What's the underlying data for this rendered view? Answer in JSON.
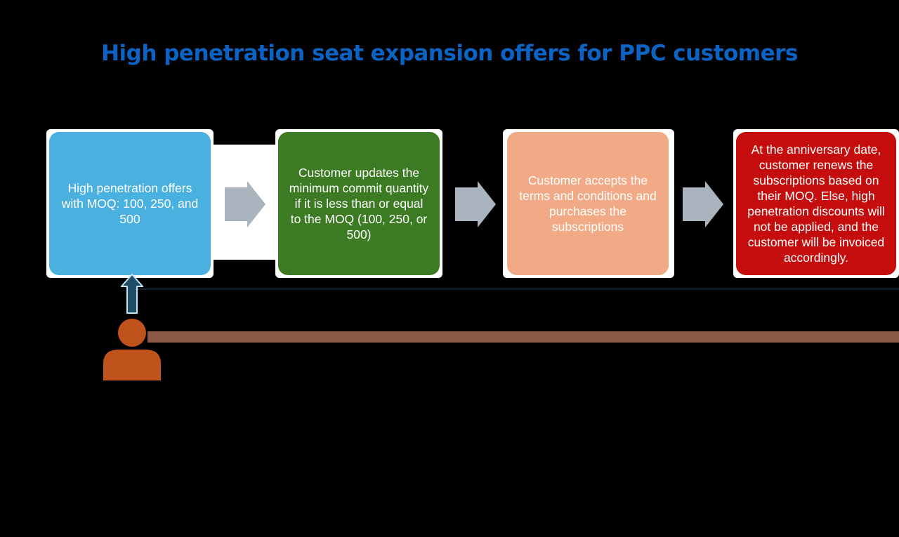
{
  "title": "High penetration seat expansion offers for PPC customers",
  "steps": [
    {
      "text": "High penetration offers with MOQ: 100, 250, and 500"
    },
    {
      "text": "Customer updates the minimum commit quantity if it is less than or equal to the MOQ (100, 250, or 500)"
    },
    {
      "text": "Customer accepts the terms and conditions and purchases the subscriptions"
    },
    {
      "text": "At the anniversary date, customer renews the subscriptions based on their MOQ. Else, high penetration discounts will not be applied, and the customer will be invoiced accordingly."
    }
  ],
  "colors": {
    "background": "#000000",
    "title": "#0b63c4",
    "step_1": "#49b0e0",
    "step_2": "#3c7a23",
    "step_3": "#f1aa85",
    "step_4": "#c50d0d",
    "connector_arrow": "#a9b4be",
    "person": "#c0531c",
    "up_arrow_fill": "#1f4e66",
    "brown_line": "#8a5a44"
  },
  "icons": {
    "connector": "right-arrow-icon",
    "actor": "person-icon",
    "pointer": "up-arrow-icon"
  }
}
